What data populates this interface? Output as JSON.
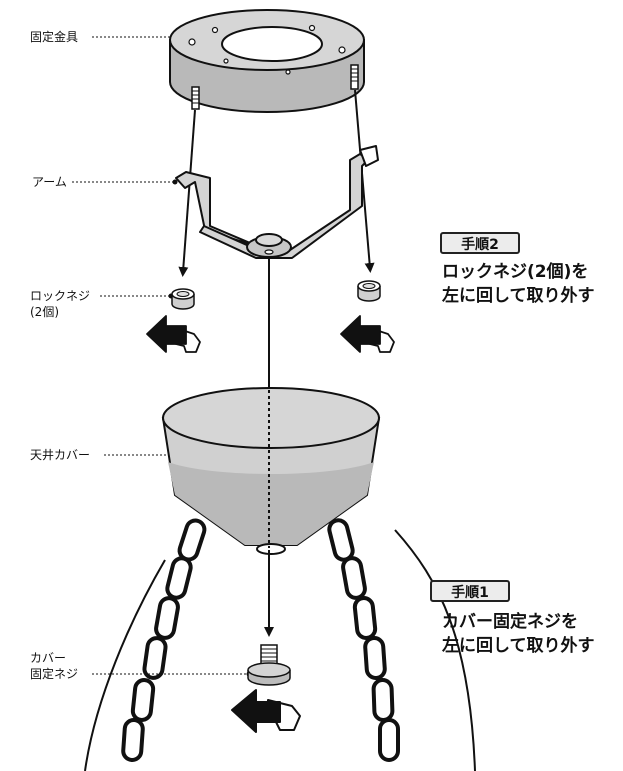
{
  "labels": {
    "bracket": "固定金具",
    "arm": "アーム",
    "lock_screw_line1": "ロックネジ",
    "lock_screw_line2": "(2個)",
    "ceiling_cover": "天井カバー",
    "cover_screw_line1": "カバー",
    "cover_screw_line2": "固定ネジ"
  },
  "steps": [
    {
      "badge": "手順2",
      "line1": "ロックネジ(2個)を",
      "line2": "左に回して取り外す"
    },
    {
      "badge": "手順1",
      "line1": "カバー固定ネジを",
      "line2": "左に回して取り外す"
    }
  ],
  "colors": {
    "line": "#111111",
    "part_fill": "#d4d4d4",
    "shadow_fill": "#b8b8b8",
    "badge_fill": "#ececec"
  },
  "icons": [
    "counterclockwise-arrow-icon",
    "down-arrow-icon"
  ]
}
